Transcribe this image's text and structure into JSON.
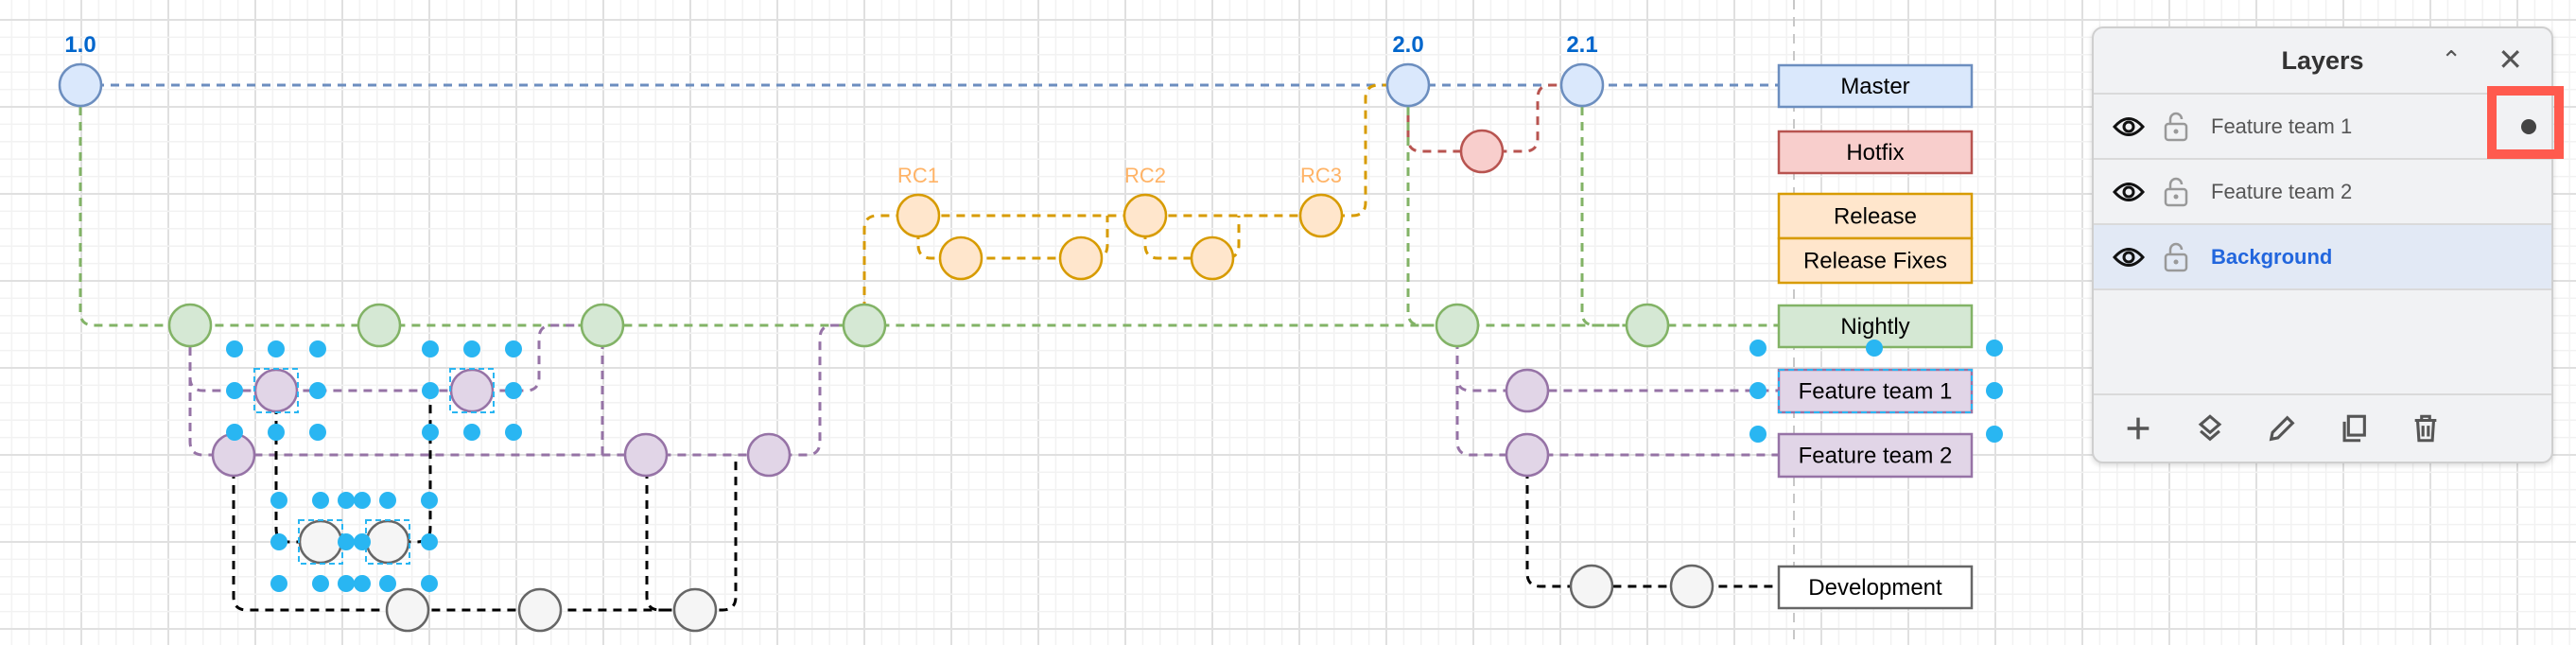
{
  "diagram": {
    "versions": [
      "1.0",
      "2.0",
      "2.1"
    ],
    "release_candidates": [
      "RC1",
      "RC2",
      "RC3"
    ],
    "branch_labels": {
      "master": "Master",
      "hotfix": "Hotfix",
      "release": "Release",
      "release_fixes": "Release Fixes",
      "nightly": "Nightly",
      "feature_team_1": "Feature team 1",
      "feature_team_2": "Feature team 2",
      "development": "Development"
    },
    "colors": {
      "master": "#6c8ebf",
      "master_fill": "#dae8fc",
      "hotfix": "#b85450",
      "hotfix_fill": "#f8cecc",
      "release": "#d79b00",
      "release_fill": "#ffe6cc",
      "nightly": "#82b366",
      "nightly_fill": "#d5e8d4",
      "feature": "#9673a6",
      "feature_fill": "#e1d5e7",
      "dev": "#666666",
      "dev_fill": "#f5f5f5",
      "version_text": "#0066cc",
      "rc_text": "#ffb366",
      "handle": "#29b6f2",
      "highlight": "#ff5a4e"
    }
  },
  "layers_panel": {
    "title": "Layers",
    "collapse_icon": "chevron-up-icon",
    "close_icon": "close-icon",
    "layers": [
      {
        "name": "Feature team 1",
        "visible": true,
        "locked": false,
        "selected": false,
        "has_selection": true
      },
      {
        "name": "Feature team 2",
        "visible": true,
        "locked": false,
        "selected": false
      },
      {
        "name": "Background",
        "visible": true,
        "locked": false,
        "selected": true
      }
    ],
    "footer_icons": [
      "plus-icon",
      "layers-icon",
      "pencil-icon",
      "duplicate-icon",
      "trash-icon"
    ]
  }
}
